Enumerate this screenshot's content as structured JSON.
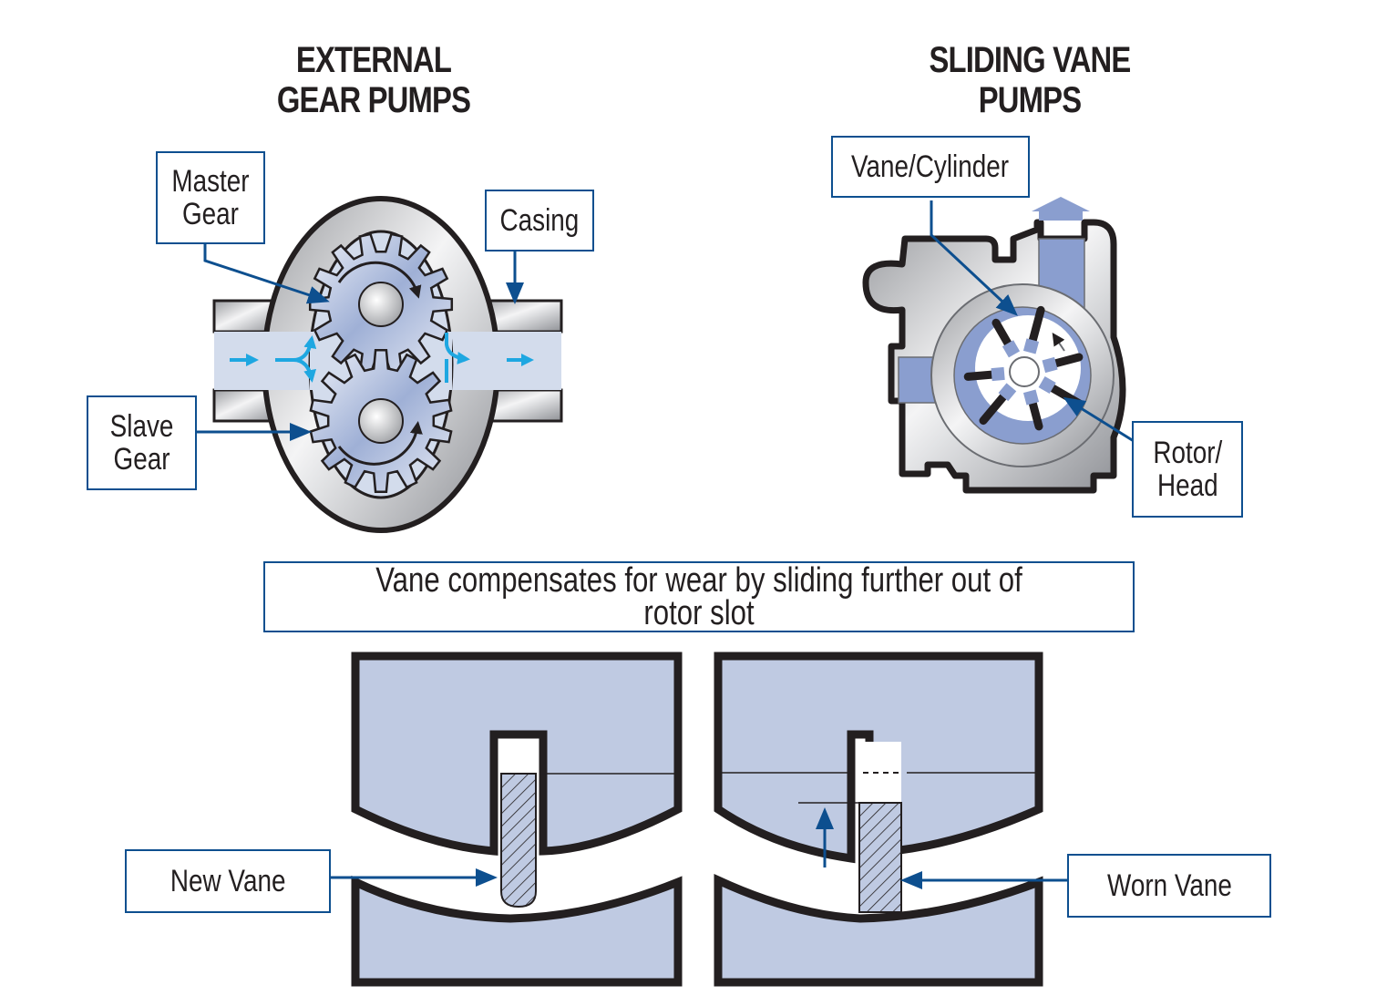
{
  "titles": {
    "gear_pump": [
      "EXTERNAL",
      "GEAR PUMPS"
    ],
    "vane_pump": [
      "SLIDING VANE",
      "PUMPS"
    ]
  },
  "gear_pump_labels": {
    "master_gear": [
      "Master",
      "Gear"
    ],
    "casing": "Casing",
    "slave_gear": [
      "Slave",
      "Gear"
    ]
  },
  "vane_pump_labels": {
    "vane_cylinder": "Vane/Cylinder",
    "rotor_head": [
      "Rotor/",
      "Head"
    ]
  },
  "caption": "Vane compensates for wear by sliding further out of rotor slot",
  "wear_labels": {
    "new_vane": "New Vane",
    "worn_vane": "Worn Vane"
  },
  "colors": {
    "label_border": "#0d4f8f",
    "leader_arrow": "#0d4f8f",
    "flow_arrow": "#1ea7e1",
    "fluid": "#d3dcec",
    "rotor_fill": "#bfcae2",
    "vane_blue": "#8a9ecf",
    "outline": "#231f20"
  }
}
